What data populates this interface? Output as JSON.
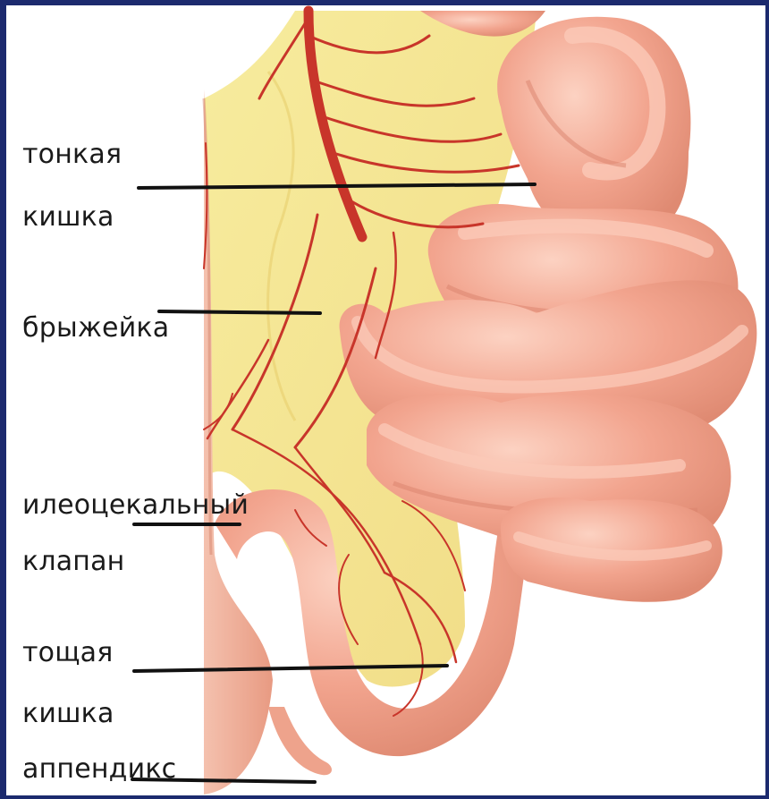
{
  "labels": {
    "small_intestine_1": "тонкая",
    "small_intestine_2": "кишка",
    "mesentery": "брыжейка",
    "ileocecal_1": "илеоцекальный",
    "ileocecal_2": "клапан",
    "jejunum_1": "тощая",
    "jejunum_2": "кишка",
    "appendix": "аппендикс"
  },
  "colors": {
    "frame": "#1c2a6e",
    "mesentery": "#f5e79a",
    "intestine": "#f2a48e",
    "intestine_highlight": "#fbc9b8",
    "intestine_shadow": "#d9826c",
    "vessel": "#c8352a",
    "leader_line": "#111111"
  }
}
